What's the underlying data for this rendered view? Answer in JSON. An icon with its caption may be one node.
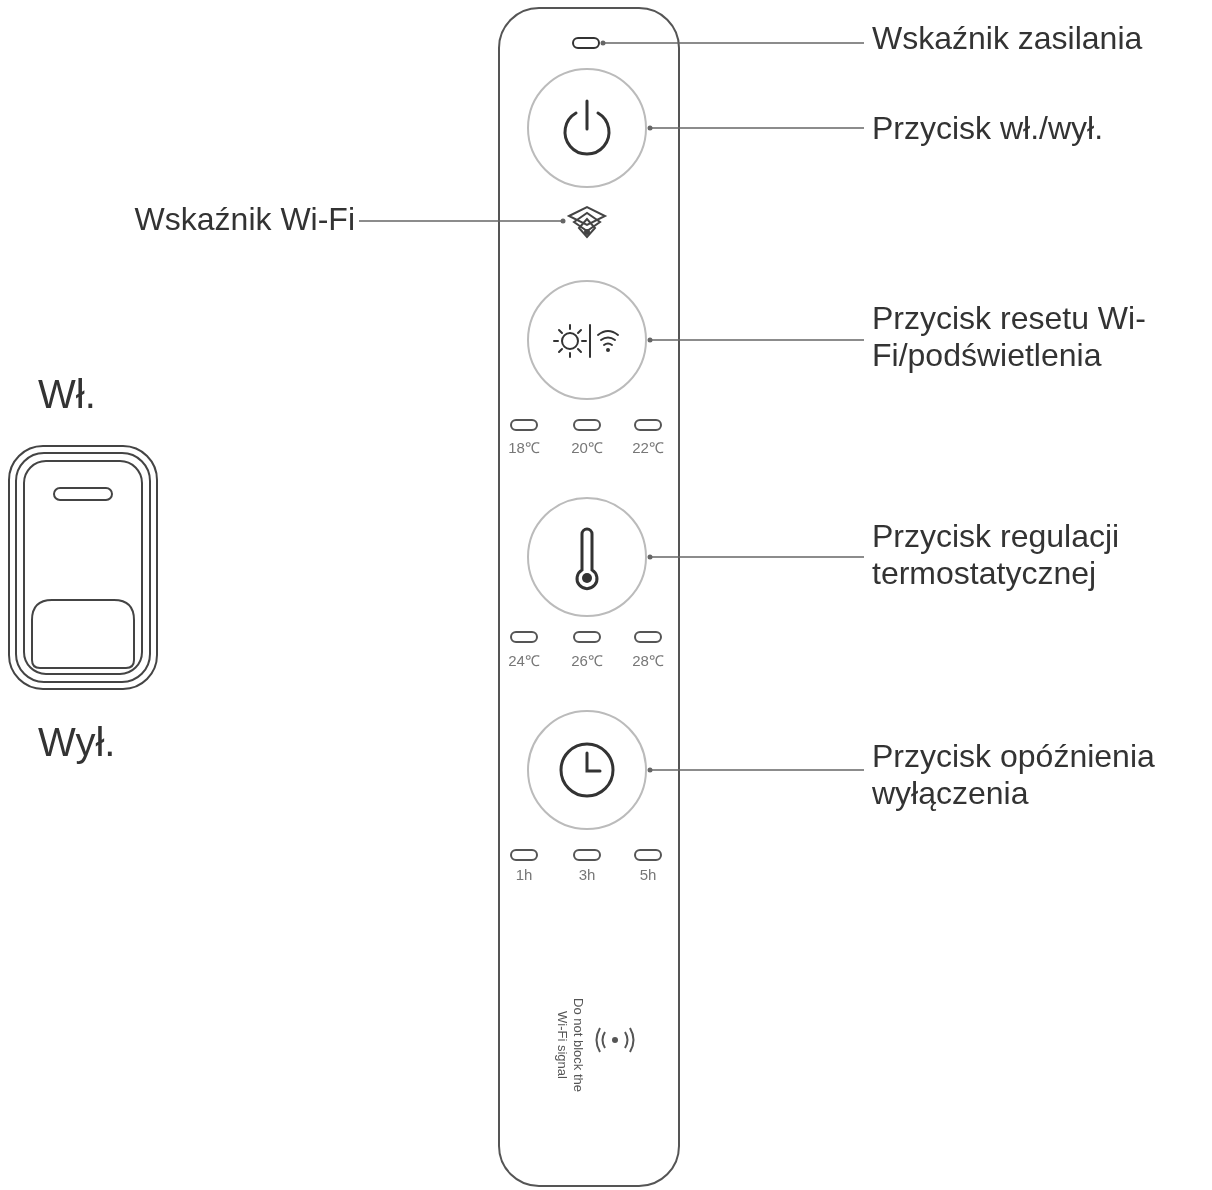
{
  "diagram": {
    "nodes": [
      {
        "text": [
          "Wskaźnik zasilania"
        ]
      },
      {
        "text": [],
        "shape": "bar"
      },
      {
        "text": [
          "Przycisk wł./wył."
        ]
      },
      {
        "text": [],
        "shape": "circle"
      },
      {
        "text": [
          "Wskaźnik Wi-Fi"
        ]
      },
      {
        "text": [],
        "shape": "icon"
      },
      {
        "text": [
          "Przycisk resetu Wi-Fi/podświetlenia"
        ]
      },
      {
        "text": [],
        "shape": "circle"
      },
      {
        "text": [
          "Przycisk regulacji termostatycznej"
        ]
      },
      {
        "text": [],
        "shape": "circle"
      },
      {
        "text": [
          "Przycisk opóźnienia wyłączenia"
        ]
      },
      {
        "text": [],
        "shape": "circle"
      }
    ],
    "edges": [
      {
        "from": 0,
        "to": 1,
        "arrow": "other"
      },
      {
        "from": 2,
        "to": 3,
        "arrow": "other"
      },
      {
        "from": 4,
        "to": 5,
        "arrow": "other"
      },
      {
        "from": 6,
        "to": 7,
        "arrow": "other"
      },
      {
        "from": 8,
        "to": 9,
        "arrow": "other"
      },
      {
        "from": 10,
        "to": 11,
        "arrow": "other"
      }
    ],
    "labels": [
      "Wł.",
      "18℃",
      "20℃",
      "22℃",
      "24℃",
      "26℃",
      "28℃",
      "Wył.",
      "1h",
      "3h",
      "5h",
      "Do not block the Wi-Fi signal"
    ]
  }
}
